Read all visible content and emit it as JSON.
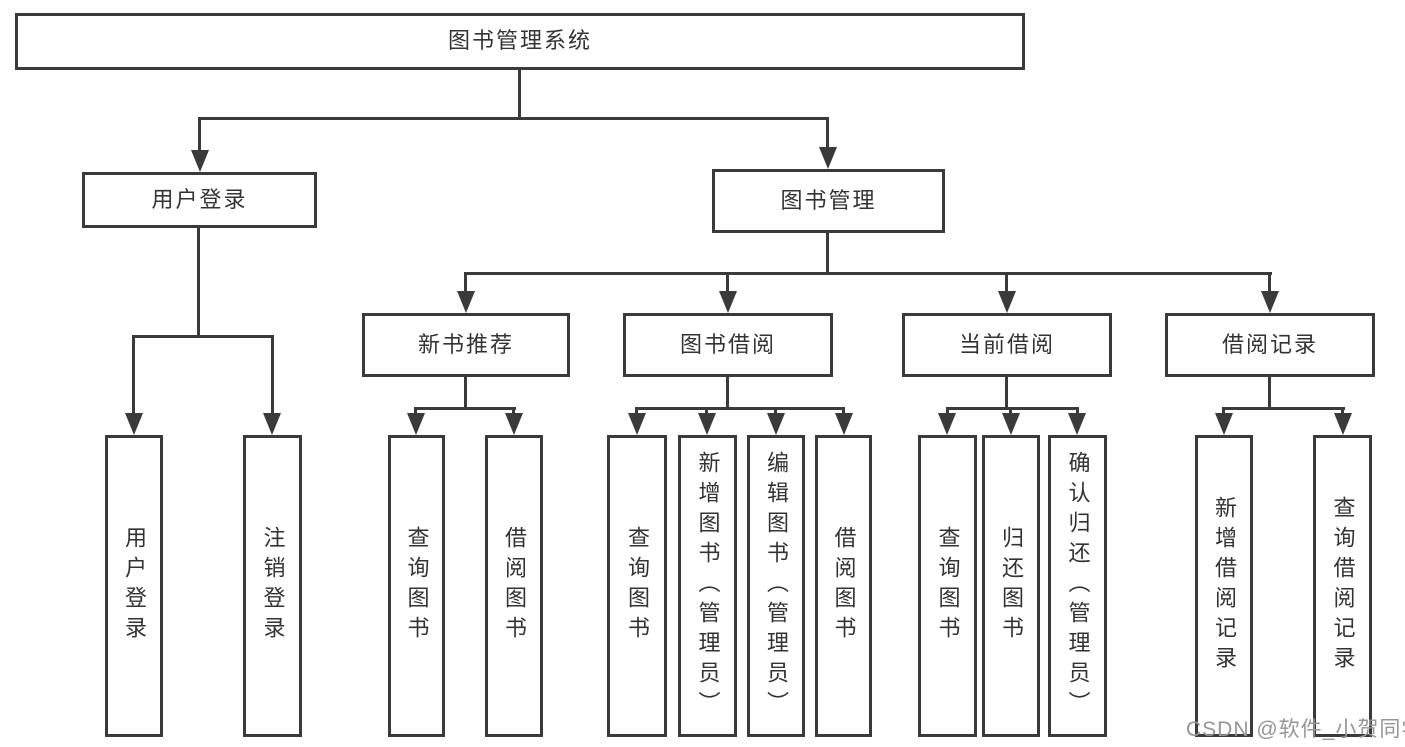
{
  "diagram": {
    "root": {
      "label": "图书管理系统"
    },
    "level2": [
      {
        "label": "用户登录"
      },
      {
        "label": "图书管理"
      }
    ],
    "level3": [
      {
        "label": "新书推荐"
      },
      {
        "label": "图书借阅"
      },
      {
        "label": "当前借阅"
      },
      {
        "label": "借阅记录"
      }
    ],
    "leaves": [
      {
        "label": "用户登录"
      },
      {
        "label": "注销登录"
      },
      {
        "label": "查询图书"
      },
      {
        "label": "借阅图书"
      },
      {
        "label": "查询图书"
      },
      {
        "label": "新增图书（管理员）"
      },
      {
        "label": "编辑图书（管理员）"
      },
      {
        "label": "借阅图书"
      },
      {
        "label": "查询图书"
      },
      {
        "label": "归还图书"
      },
      {
        "label": "确认归还（管理员）"
      },
      {
        "label": "新增借阅记录"
      },
      {
        "label": "查询借阅记录"
      }
    ]
  },
  "watermark": {
    "text": "CSDN @软件_小贺同学"
  },
  "colors": {
    "line": "#3a3a3a",
    "text": "#333333",
    "watermark": "#969696",
    "background": "#ffffff"
  }
}
